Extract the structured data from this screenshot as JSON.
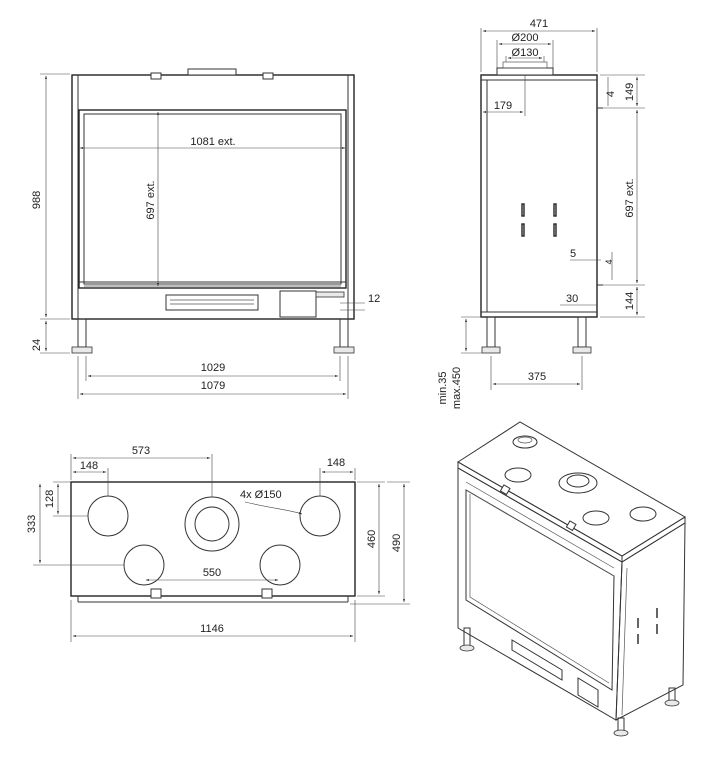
{
  "front_view": {
    "height_total": "988",
    "height_legs": "24",
    "glass_width": "1081 ext.",
    "glass_height": "697 ext.",
    "bottom_gap": "12",
    "inner_width": "1029",
    "outer_width": "1079"
  },
  "side_view": {
    "depth": "471",
    "flue_outer": "Ø200",
    "flue_inner": "Ø130",
    "flue_offset": "179",
    "top_gap": "4",
    "top_height": "149",
    "glass_height": "697 ext.",
    "small_gap": "5",
    "small_gap2": "4",
    "bottom_offset": "30",
    "bottom_height": "144",
    "leg_spacing": "375",
    "leg_range": "min.35\nmax.450"
  },
  "top_view": {
    "center_offset": "573",
    "left_offset": "148",
    "right_offset": "148",
    "front_offset": "128",
    "row_offset": "333",
    "holes_label": "4x Ø150",
    "hole_spacing": "550",
    "depth_inner": "460",
    "depth_outer": "490",
    "total_width": "1146"
  }
}
